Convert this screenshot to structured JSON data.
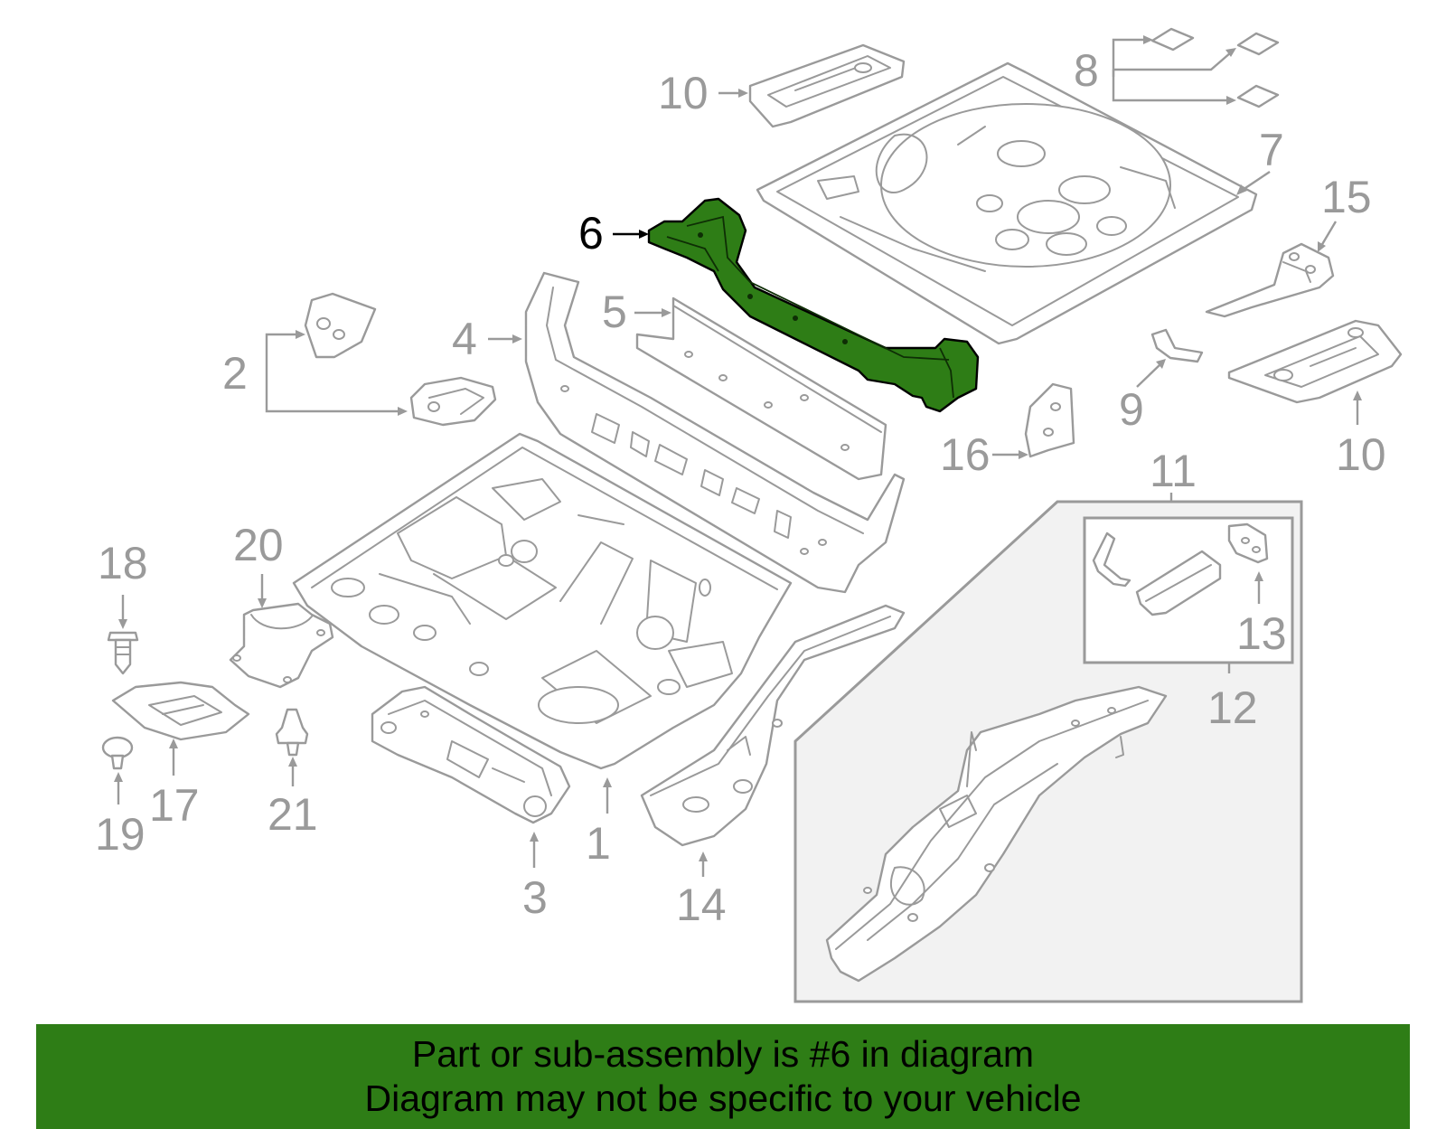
{
  "diagram": {
    "callouts": {
      "c1": "1",
      "c2": "2",
      "c3": "3",
      "c4": "4",
      "c5": "5",
      "c6": "6",
      "c7": "7",
      "c8": "8",
      "c9": "9",
      "c10a": "10",
      "c10b": "10",
      "c11": "11",
      "c12": "12",
      "c13": "13",
      "c14": "14",
      "c15": "15",
      "c16": "16",
      "c17": "17",
      "c18": "18",
      "c19": "19",
      "c20": "20",
      "c21": "21"
    },
    "highlighted_part": "6",
    "colors": {
      "highlight": "#2e7d16",
      "line_art": "#9a9a9a",
      "banner": "#2e7d16",
      "banner_text": "#000000"
    }
  },
  "banner": {
    "line1": "Part or sub-assembly is #6 in diagram",
    "line2": "Diagram may not be specific to your vehicle"
  }
}
